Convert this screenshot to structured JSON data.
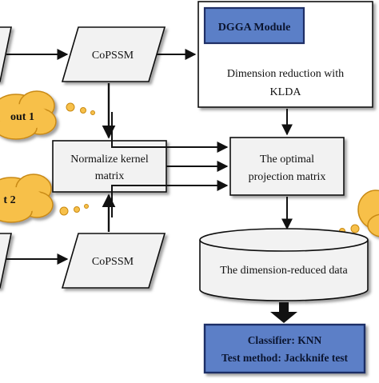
{
  "module": {
    "header": "DGGA Module",
    "text_lines": [
      "Dimension reduction with",
      "KLDA"
    ]
  },
  "inputs": [
    {
      "label": "CoPSSM"
    },
    {
      "label": "CoPSSM"
    }
  ],
  "clouds": [
    {
      "label": "out 1"
    },
    {
      "label": "t 2"
    }
  ],
  "boxes": {
    "normalize": {
      "lines": [
        "Normalize kernel",
        "matrix"
      ]
    },
    "projection": {
      "lines": [
        "The optimal",
        "projection matrix"
      ]
    }
  },
  "database": {
    "label": "The dimension-reduced data"
  },
  "classifier": {
    "line1": "Classifier: KNN",
    "line2": "Test method: Jackknife test"
  },
  "colors": {
    "box_fill": "#f2f2f2",
    "stroke": "#111111",
    "cloud_fill": "#f7c04a",
    "cloud_stroke": "#c98a12",
    "blue_fill": "#5b7fc7",
    "blue_stroke": "#1f2f66",
    "blue_text": "#0b1530"
  }
}
